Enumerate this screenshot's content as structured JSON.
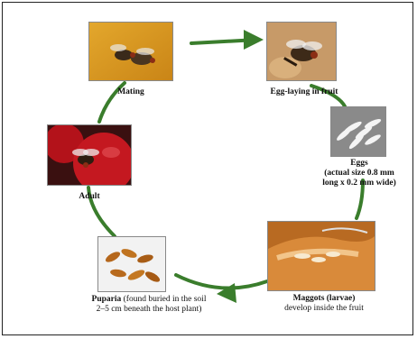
{
  "colors": {
    "arrow": "#3a7d2c",
    "frame": "#222222"
  },
  "stages": {
    "mating": {
      "label": "Mating"
    },
    "egg_laying": {
      "label": "Egg-laying in fruit"
    },
    "eggs": {
      "label": "Eggs",
      "detail_1": "(actual size 0.8 mm",
      "detail_2": "long x 0.2 mm wide)"
    },
    "maggots": {
      "label": "Maggots (larvae)",
      "detail": "develop inside the fruit"
    },
    "puparia": {
      "label": "Puparia",
      "detail_1": "(found buried in the soil",
      "detail_2": "2–5 cm beneath the host plant)"
    },
    "adult": {
      "label": "Adult"
    }
  }
}
